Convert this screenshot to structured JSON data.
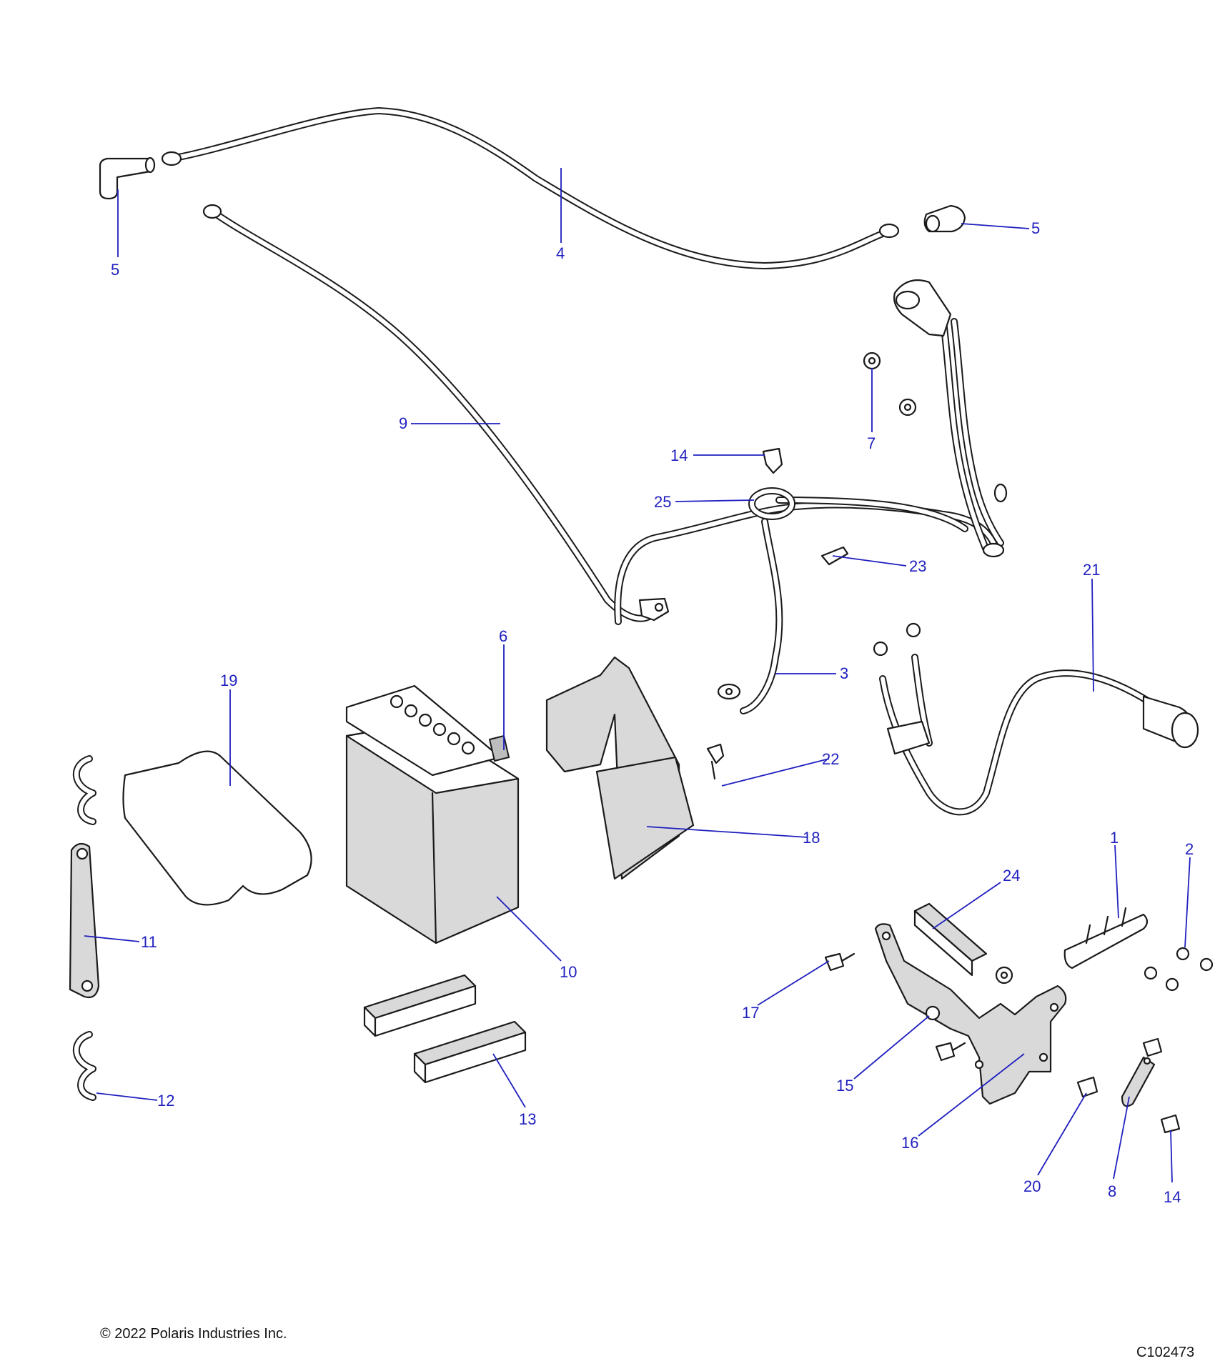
{
  "copyright": "© 2022 Polaris Industries Inc.",
  "drawing_id": "C102473",
  "callouts": [
    {
      "id": "c-5a",
      "text": "5"
    },
    {
      "id": "c-4",
      "text": "4"
    },
    {
      "id": "c-5b",
      "text": "5"
    },
    {
      "id": "c-7",
      "text": "7"
    },
    {
      "id": "c-9",
      "text": "9"
    },
    {
      "id": "c-14a",
      "text": "14"
    },
    {
      "id": "c-25",
      "text": "25"
    },
    {
      "id": "c-23",
      "text": "23"
    },
    {
      "id": "c-21",
      "text": "21"
    },
    {
      "id": "c-6",
      "text": "6"
    },
    {
      "id": "c-19",
      "text": "19"
    },
    {
      "id": "c-3",
      "text": "3"
    },
    {
      "id": "c-22",
      "text": "22"
    },
    {
      "id": "c-18",
      "text": "18"
    },
    {
      "id": "c-1",
      "text": "1"
    },
    {
      "id": "c-2",
      "text": "2"
    },
    {
      "id": "c-24",
      "text": "24"
    },
    {
      "id": "c-11",
      "text": "11"
    },
    {
      "id": "c-10",
      "text": "10"
    },
    {
      "id": "c-17",
      "text": "17"
    },
    {
      "id": "c-15",
      "text": "15"
    },
    {
      "id": "c-16",
      "text": "16"
    },
    {
      "id": "c-12",
      "text": "12"
    },
    {
      "id": "c-13",
      "text": "13"
    },
    {
      "id": "c-20",
      "text": "20"
    },
    {
      "id": "c-8",
      "text": "8"
    },
    {
      "id": "c-14b",
      "text": "14"
    }
  ]
}
